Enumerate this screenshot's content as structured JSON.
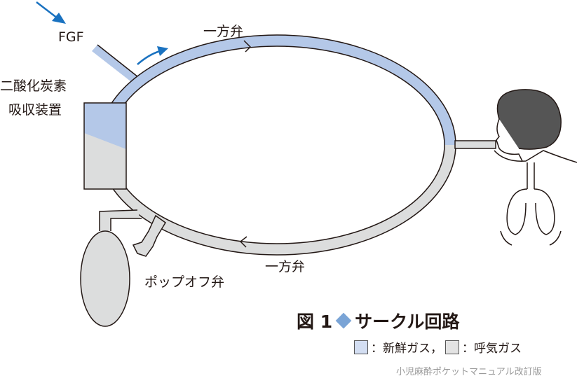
{
  "labels": {
    "fgf": "FGF",
    "co2_absorber_line1": "二酸化炭素",
    "co2_absorber_line2": "吸収装置",
    "valve_top": "一方弁",
    "valve_bottom": "一方弁",
    "popoff": "ポップオフ弁"
  },
  "title": {
    "prefix": "図 1",
    "text": "サークル回路"
  },
  "legend": [
    {
      "label": "：新鮮ガス，",
      "color": "#d3def2"
    },
    {
      "label": "：呼気ガス",
      "color": "#e3e3e3"
    }
  ],
  "credit": "小児麻酔ポケットマニュアル改訂版",
  "colors": {
    "fresh": "#b4c8e8",
    "exhaled": "#dcdddd",
    "arrow": "#1a72c0",
    "diamond": "#7aa4d6"
  }
}
